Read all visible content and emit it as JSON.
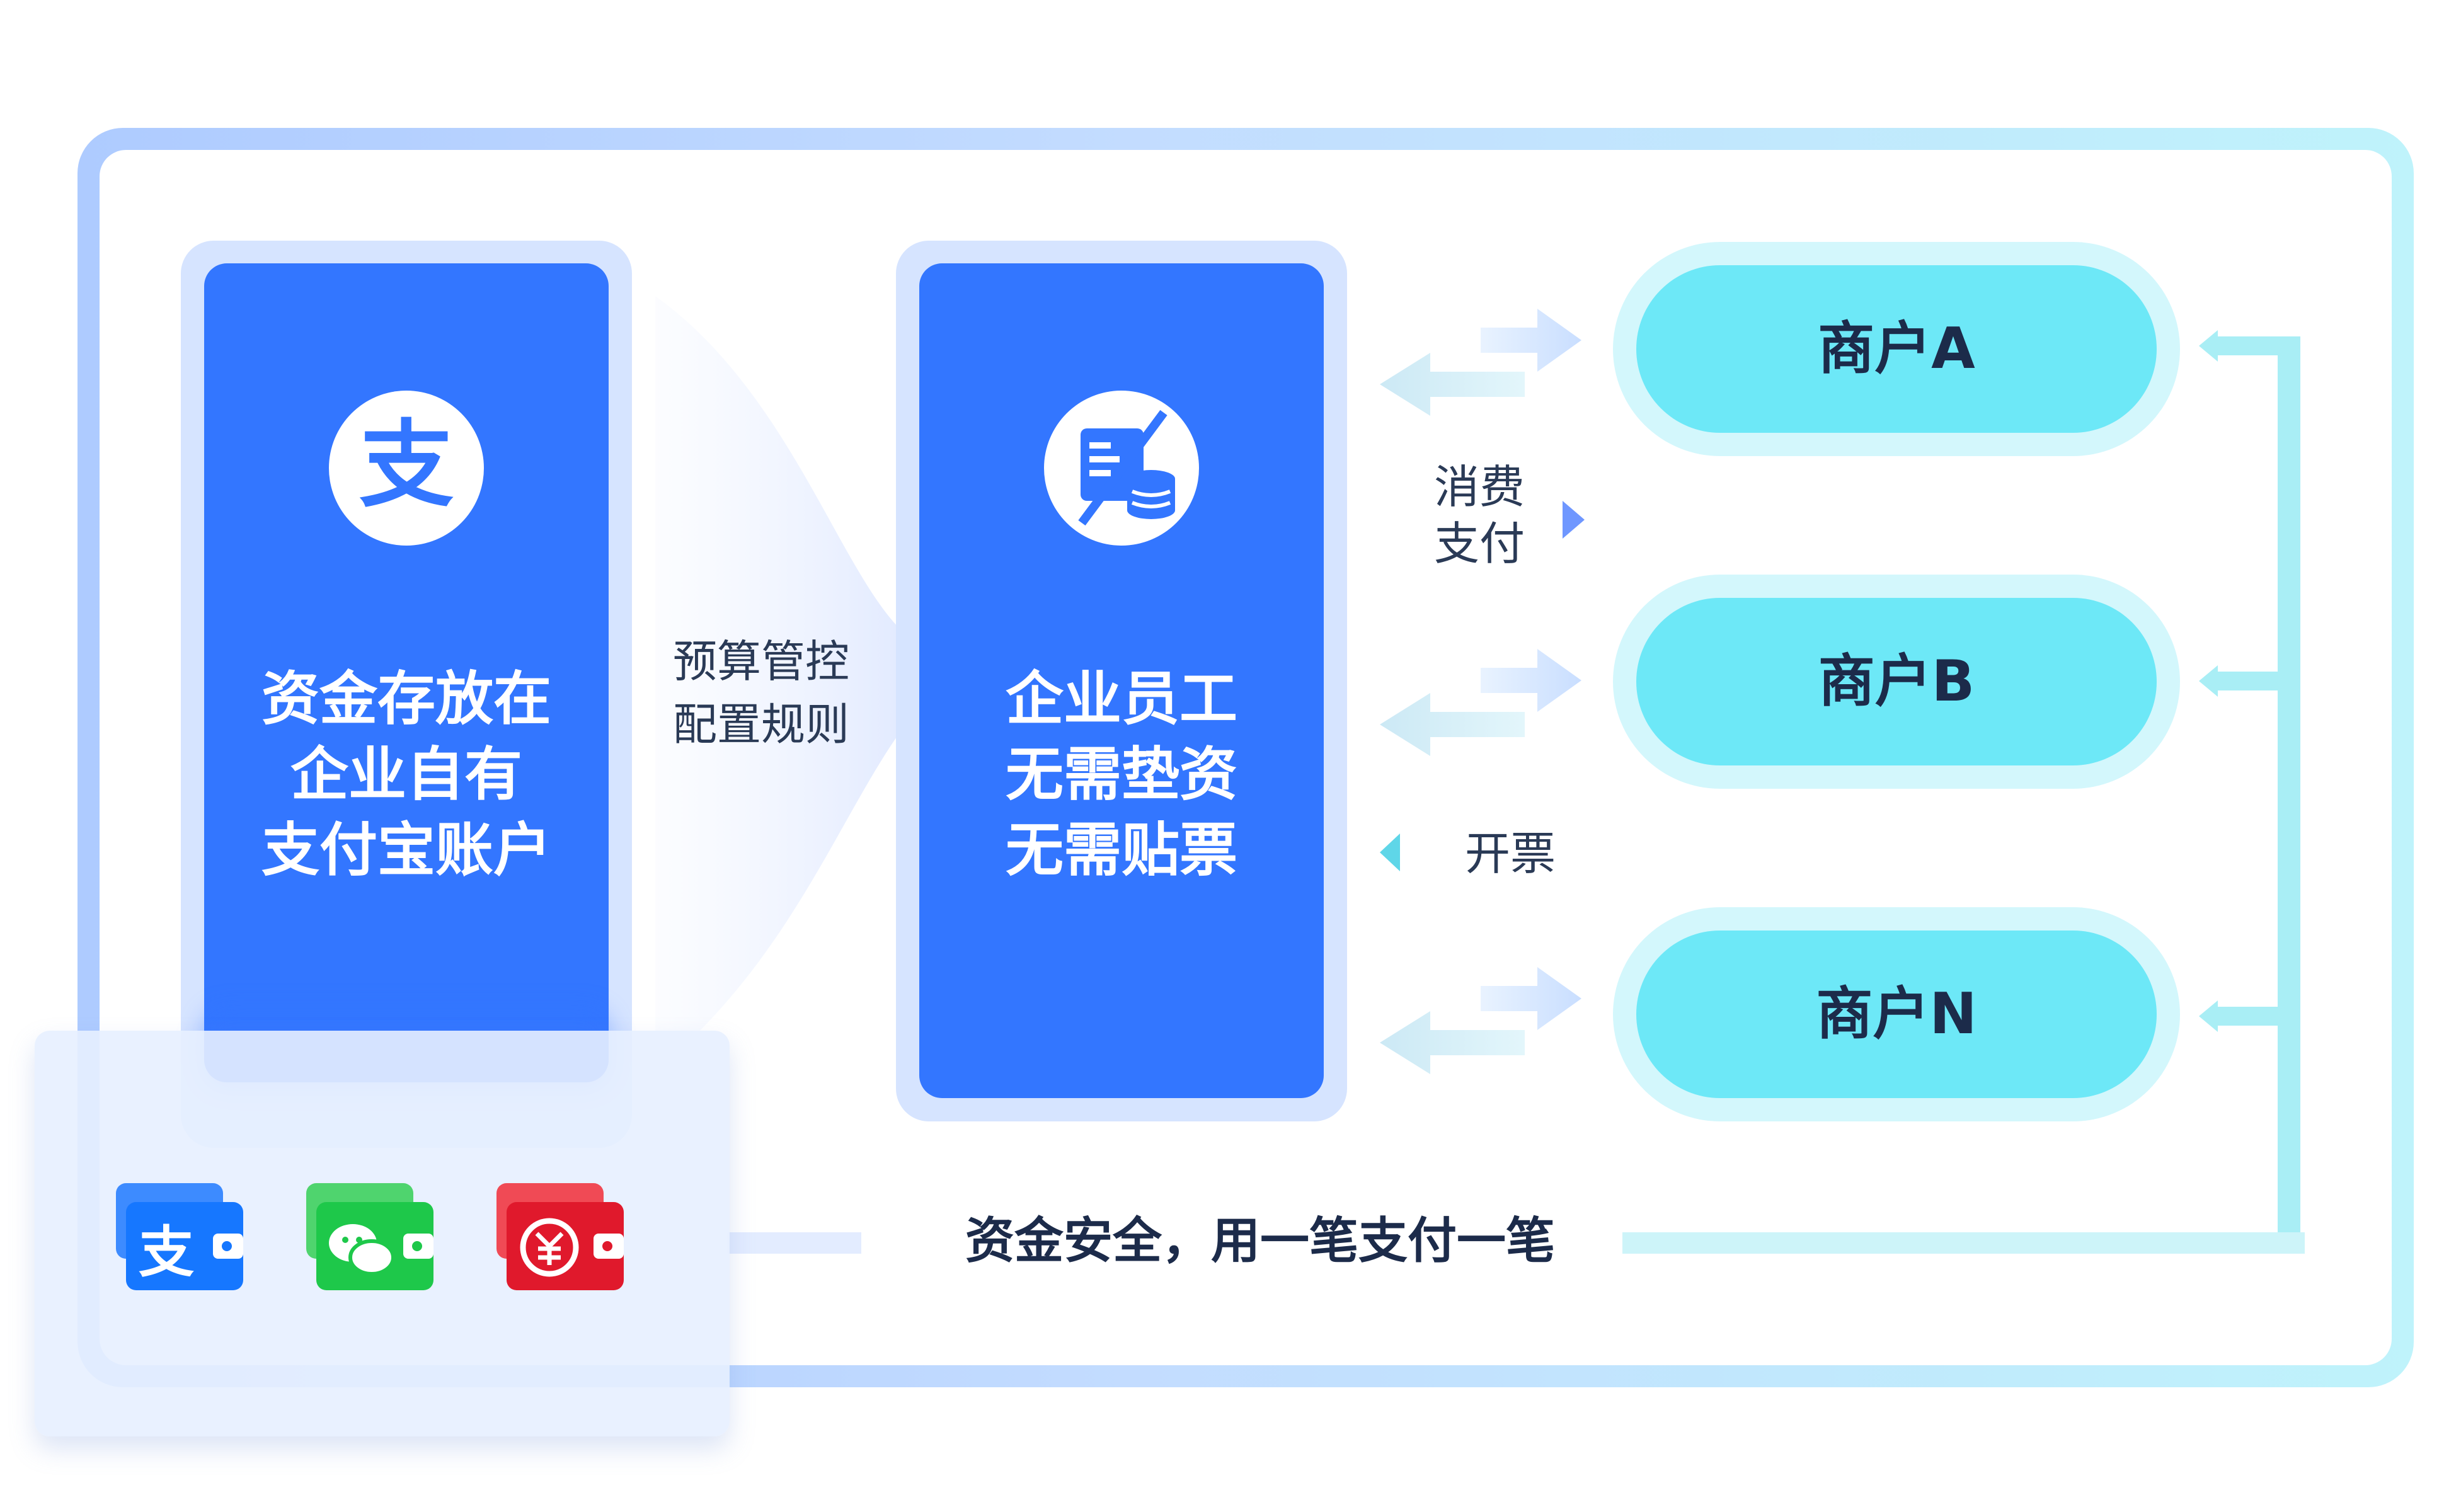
{
  "source": {
    "title_lines": [
      "资金存放在",
      "企业自有",
      "支付宝账户"
    ],
    "icon": "alipay-icon"
  },
  "budget_label": [
    "预算管控",
    "配置规则"
  ],
  "employee": {
    "title_lines": [
      "企业员工",
      "无需垫资",
      "无需贴票"
    ],
    "icon": "no-receipt-coins-icon"
  },
  "merchants": [
    "商户A",
    "商户B",
    "商户N"
  ],
  "flows": {
    "pay": [
      "消费",
      "支付"
    ],
    "invoice": "开票"
  },
  "slogan": "资金安全，用一笔支付一笔",
  "wallets": [
    {
      "name": "alipay-wallet-icon",
      "color": "#1677ff",
      "glyph": "支"
    },
    {
      "name": "wechat-wallet-icon",
      "color": "#1ec84a",
      "glyph": ""
    },
    {
      "name": "digital-rmb-wallet-icon",
      "color": "#e0192c",
      "glyph": ""
    }
  ],
  "colors": {
    "card_blue": "#3376ff",
    "merchant_cyan": "#6de8f7",
    "frame_blue": "#aecbff",
    "text_dark": "#1c2b4a"
  }
}
